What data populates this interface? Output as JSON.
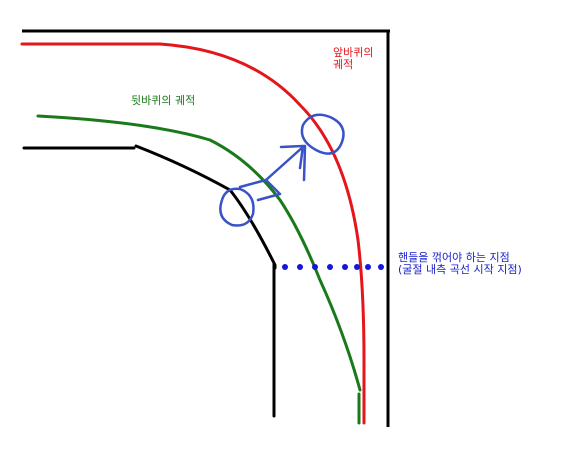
{
  "labels": {
    "front_wheel": {
      "line1": "앞바퀴의",
      "line2": "궤적",
      "color": "#e4161b"
    },
    "rear_wheel": {
      "text": "뒷바퀴의 궤적",
      "color": "#1a7a1a"
    },
    "steer_point": {
      "line1": "핸들을 꺾어야 하는 지점",
      "line2": "(굴절 내측 곡선 시작 지점)",
      "color": "#1a23c8"
    }
  },
  "colors": {
    "road_edge": "#000000",
    "front_path": "#e4161b",
    "rear_path": "#1a7a1a",
    "annotation": "#3a52c8",
    "steer_dots": "#1515e0"
  }
}
